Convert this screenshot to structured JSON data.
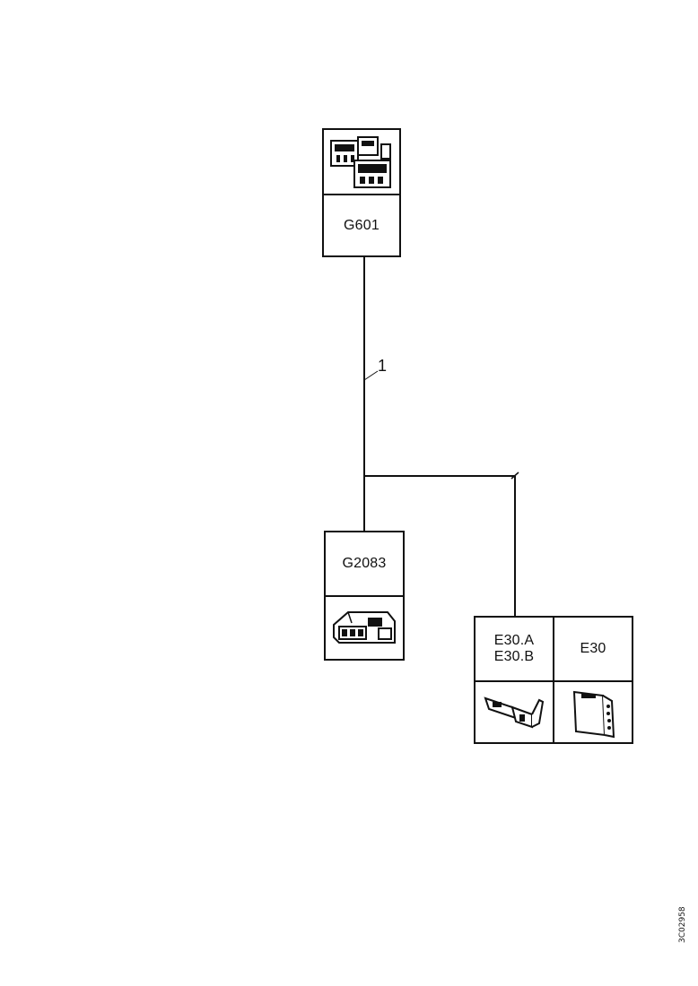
{
  "diagram": {
    "connectors": {
      "top": {
        "label": "G601",
        "icon": "multi-pin-connector-icon"
      },
      "left": {
        "label": "G2083",
        "icon": "plug-connector-icon"
      },
      "right_a": {
        "label_line1": "E30.A",
        "label_line2": "E30.B",
        "icon": "terminal-pin-icon"
      },
      "right_b": {
        "label": "E30",
        "icon": "module-connector-icon"
      }
    },
    "wire_number": "1",
    "document_code": "3C02958"
  }
}
